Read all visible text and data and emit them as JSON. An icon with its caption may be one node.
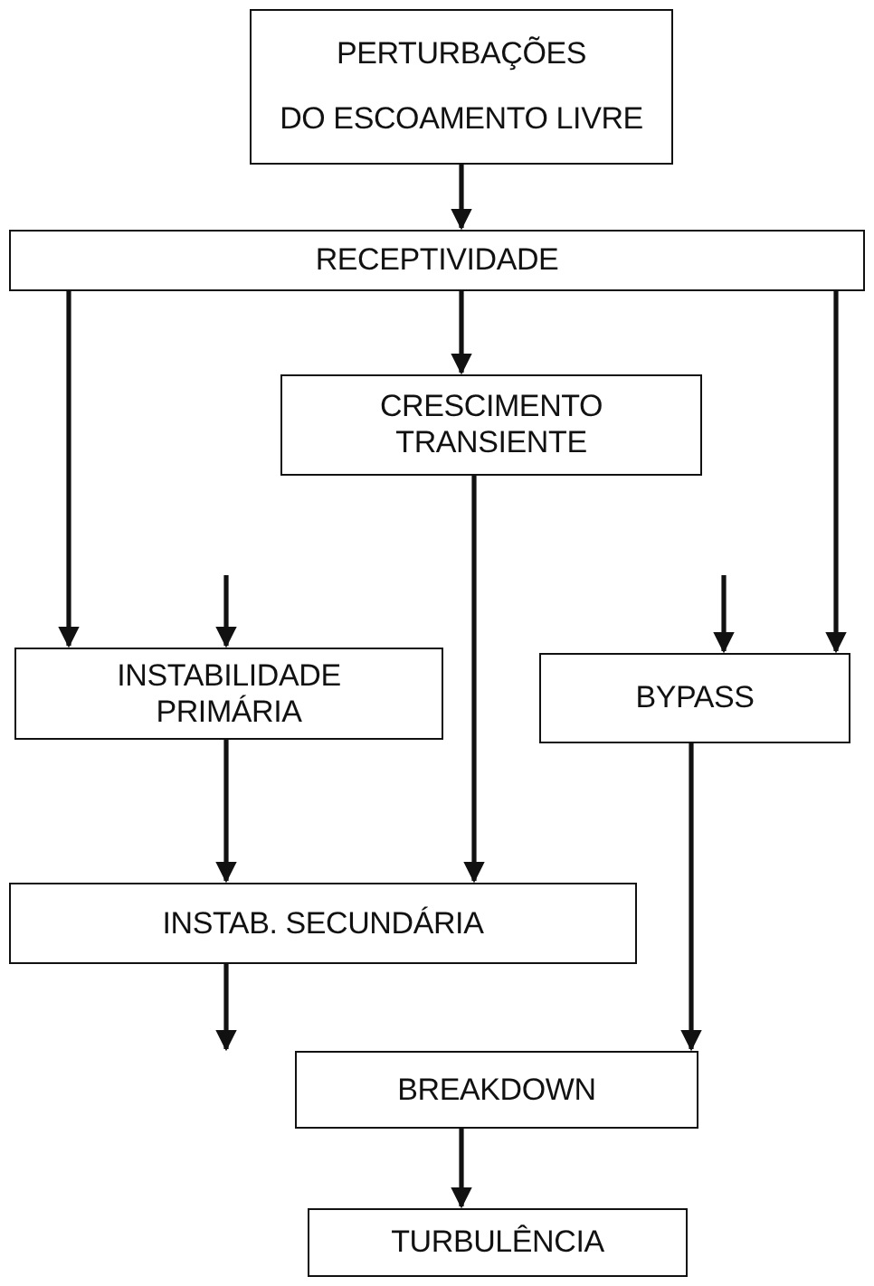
{
  "diagram": {
    "nodes": [
      {
        "text": [
          "PERTURBAÇÕES",
          "DO ESCOAMENTO LIVRE"
        ]
      },
      {
        "text": [
          "RECEPTIVIDADE"
        ]
      },
      {
        "text": [
          "CRESCIMENTO TRANSIENTE"
        ]
      },
      {
        "text": [
          "INSTABILIDADE PRIMÁRIA"
        ]
      },
      {
        "text": [
          "BYPASS"
        ]
      },
      {
        "text": [
          "INSTAB. SECUNDÁRIA"
        ]
      },
      {
        "text": [
          "BREAKDOWN"
        ]
      },
      {
        "text": [
          "TURBULÊNCIA"
        ]
      }
    ],
    "edges": [
      {
        "from": 0,
        "to": 1,
        "arrow": "to"
      },
      {
        "from": 1,
        "to": 2,
        "arrow": "to"
      },
      {
        "from": 1,
        "to": 3,
        "arrow": "to"
      },
      {
        "from": 1,
        "to": 4,
        "arrow": "to"
      },
      {
        "from": null,
        "to": 3,
        "arrow": "to"
      },
      {
        "from": null,
        "to": 4,
        "arrow": "to"
      },
      {
        "from": 2,
        "to": 5,
        "arrow": "to"
      },
      {
        "from": 3,
        "to": 5,
        "arrow": "to"
      },
      {
        "from": 5,
        "to": 6,
        "arrow": "to"
      },
      {
        "from": 4,
        "to": 6,
        "arrow": "to"
      },
      {
        "from": 6,
        "to": 7,
        "arrow": "to"
      }
    ]
  }
}
